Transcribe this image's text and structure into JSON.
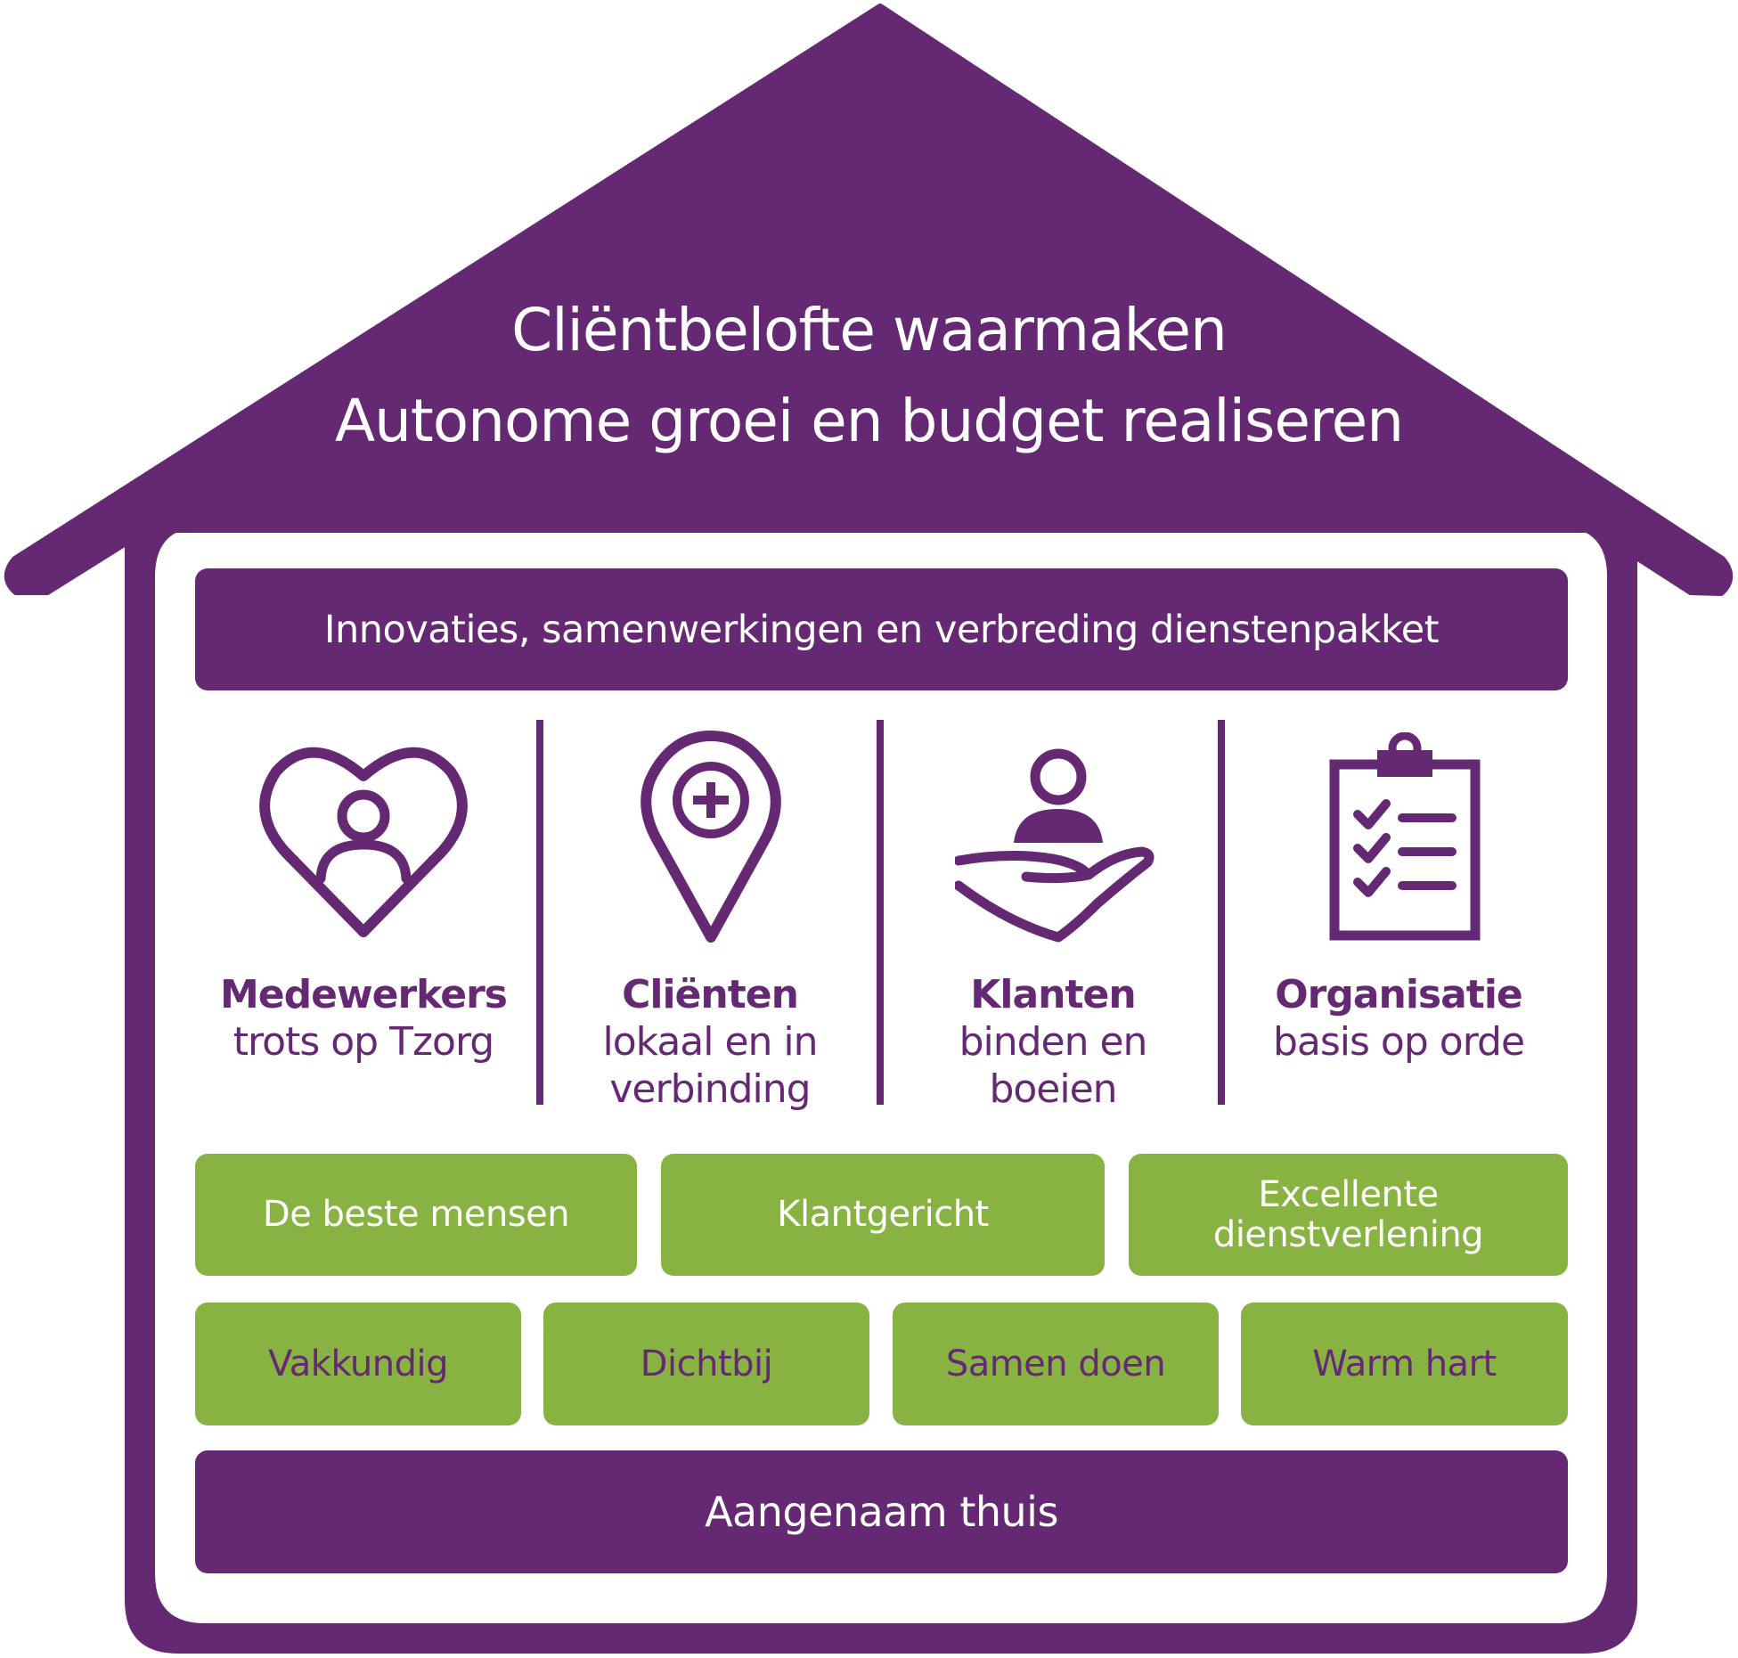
{
  "colors": {
    "purple": "#652873",
    "green": "#88b242",
    "white": "#ffffff"
  },
  "roof": {
    "line1": "Cliëntbelofte waarmaken",
    "line2": "Autonome groei en budget realiseren"
  },
  "top_bar": "Innovaties, samenwerkingen en verbreding dienstenpakket",
  "pillars": [
    {
      "icon": "heart-person-icon",
      "title": "Medewerkers",
      "subtitle": "trots op Tzorg"
    },
    {
      "icon": "location-pin-plus-icon",
      "title": "Cliënten",
      "subtitle": "lokaal en in verbinding"
    },
    {
      "icon": "hand-person-icon",
      "title": "Klanten",
      "subtitle": "binden en boeien"
    },
    {
      "icon": "clipboard-checklist-icon",
      "title": "Organisatie",
      "subtitle": "basis op orde"
    }
  ],
  "values_row1": [
    "De beste mensen",
    "Klantgericht",
    "Excellente dienstverlening"
  ],
  "values_row2": [
    "Vakkundig",
    "Dichtbij",
    "Samen doen",
    "Warm hart"
  ],
  "foundation": "Aangenaam thuis"
}
